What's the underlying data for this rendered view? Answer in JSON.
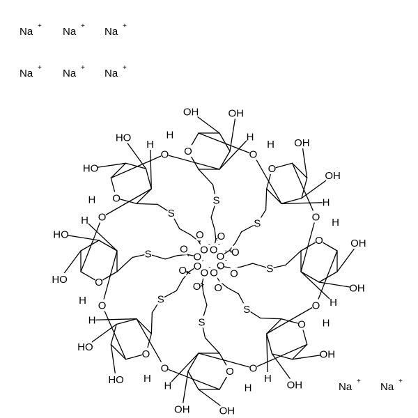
{
  "structure": {
    "counter_ion": {
      "symbol": "Na",
      "charge": "+",
      "count": 8
    },
    "ring_atom_labels": [
      "O",
      "O",
      "O",
      "O",
      "O",
      "O",
      "O",
      "O"
    ],
    "linker_atom_labels": [
      "S",
      "S",
      "S",
      "S",
      "S",
      "S",
      "S",
      "S"
    ],
    "carboxylate_labels": [
      "O",
      "O",
      "O",
      "O",
      "O",
      "O",
      "O",
      "O"
    ],
    "hydroxyl_label": "OH",
    "hydroxyl_alt_label": "HO",
    "hydrogen_label": "H",
    "anion_charge": "-"
  }
}
